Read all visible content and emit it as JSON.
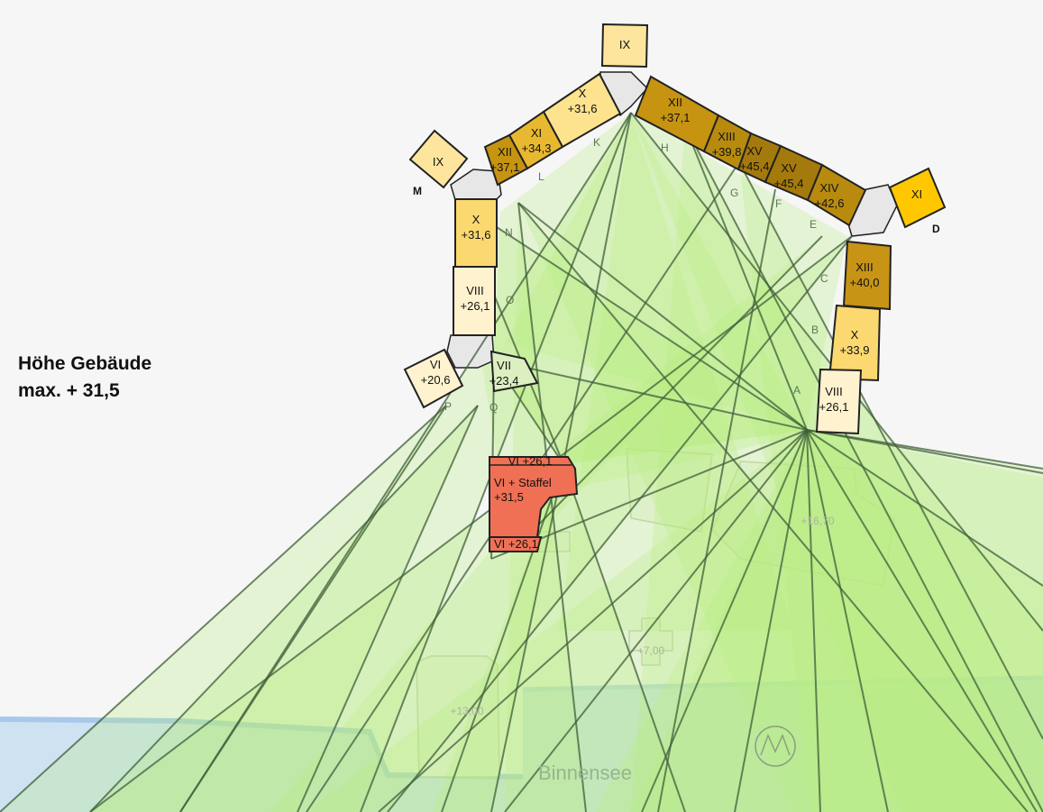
{
  "legend": {
    "line1": "Höhe Gebäude",
    "line2": "max. + 31,5"
  },
  "water_label": "Binnensee",
  "corner_labels": [
    "M",
    "D"
  ],
  "point_labels": [
    "A",
    "B",
    "C",
    "E",
    "F",
    "G",
    "H",
    "K",
    "L",
    "N",
    "O",
    "P",
    "Q"
  ],
  "background_labels": [
    "+13,00",
    "+7,00",
    "+16,70"
  ],
  "buildings": [
    {
      "id": "b-ix-top",
      "line1": "IX",
      "line2": ""
    },
    {
      "id": "b-x-k",
      "line1": "X",
      "line2": "+31,6"
    },
    {
      "id": "b-xi-l",
      "line1": "XI",
      "line2": "+34,3"
    },
    {
      "id": "b-xii-l",
      "line1": "XII",
      "line2": "+37,1"
    },
    {
      "id": "b-ix-m",
      "line1": "IX",
      "line2": ""
    },
    {
      "id": "b-x-n",
      "line1": "X",
      "line2": "+31,6"
    },
    {
      "id": "b-viii-o",
      "line1": "VIII",
      "line2": "+26,1"
    },
    {
      "id": "b-vi-p",
      "line1": "VI",
      "line2": "+20,6"
    },
    {
      "id": "b-vii-q",
      "line1": "VII",
      "line2": "+23,4"
    },
    {
      "id": "b-xii-h",
      "line1": "XII",
      "line2": "+37,1"
    },
    {
      "id": "b-xiii-g",
      "line1": "XIII",
      "line2": "+39,8"
    },
    {
      "id": "b-xv-g",
      "line1": "XV",
      "line2": "+45,4"
    },
    {
      "id": "b-xv-f",
      "line1": "XV",
      "line2": "+45,4"
    },
    {
      "id": "b-xiv-e",
      "line1": "XIV",
      "line2": "+42,6"
    },
    {
      "id": "b-xi-d",
      "line1": "XI",
      "line2": ""
    },
    {
      "id": "b-xiii-c",
      "line1": "XIII",
      "line2": "+40,0"
    },
    {
      "id": "b-x-b",
      "line1": "X",
      "line2": "+33,9"
    },
    {
      "id": "b-viii-a",
      "line1": "VIII",
      "line2": "+26,1"
    },
    {
      "id": "b-red",
      "line1": "VI + Staffel",
      "line2": "+31,5",
      "top": "VI +26,1",
      "bottom": "VI +26,1"
    }
  ],
  "colors": {
    "background": "#f6f6f6",
    "water": "#cfe2f2",
    "cone_fill": "#b7ee7c",
    "cone_stroke": "#3f5e3a",
    "accent_red": "#f07055"
  }
}
